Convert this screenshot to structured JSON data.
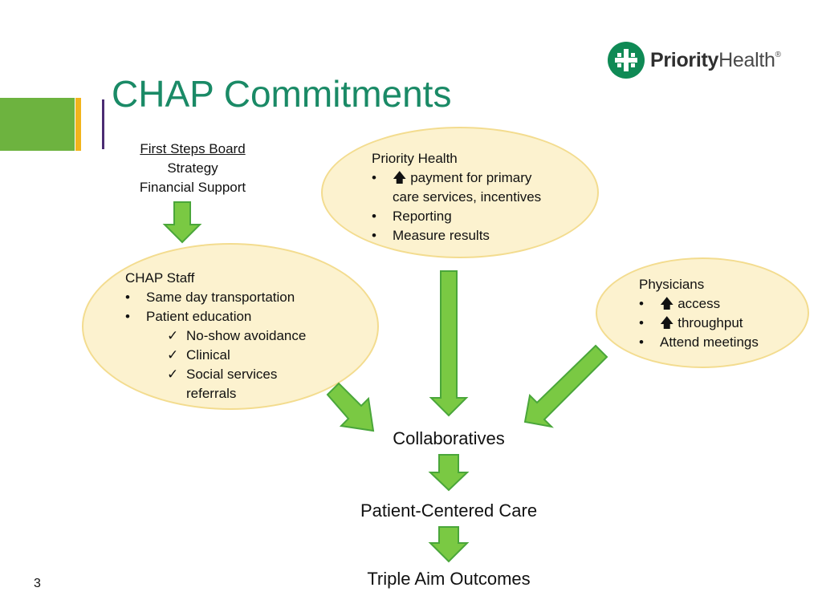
{
  "slide": {
    "title": "CHAP Commitments",
    "page_number": "3"
  },
  "logo": {
    "brand_bold": "Priority",
    "brand_light": "Health",
    "registered": "®"
  },
  "board": {
    "heading": "First Steps Board",
    "line1": "Strategy",
    "line2": "Financial Support"
  },
  "priority_health": {
    "heading": "Priority Health",
    "bullet_char": "•",
    "up_arrow": "🡅",
    "item1_line1": "payment for primary",
    "item1_line2": "care services, incentives",
    "item2": "Reporting",
    "item3": "Measure results"
  },
  "chap_staff": {
    "heading": "CHAP Staff",
    "bullet_char": "•",
    "check_char": "✓",
    "item1": "Same day transportation",
    "item2": "Patient education",
    "sub1": "No-show avoidance",
    "sub2": "Clinical",
    "sub3_line1": "Social services",
    "sub3_line2": "referrals"
  },
  "physicians": {
    "heading": "Physicians",
    "bullet_char": "•",
    "up_arrow": "🡅",
    "item1": "access",
    "item2": "throughput",
    "item3": "Attend meetings"
  },
  "flow": {
    "step1": "Collaboratives",
    "step2": "Patient-Centered Care",
    "step3": "Triple Aim Outcomes"
  },
  "colors": {
    "title": "#1a8a66",
    "arrow_fill": "#7ac943",
    "arrow_stroke": "#4aa63a",
    "ellipse_fill": "#fcf2cf",
    "ellipse_border": "#f3dc8f",
    "bar_green": "#6db33f",
    "bar_yellow": "#f2b41c",
    "bar_purple": "#4b2c73",
    "logo_green": "#0f8a55"
  }
}
